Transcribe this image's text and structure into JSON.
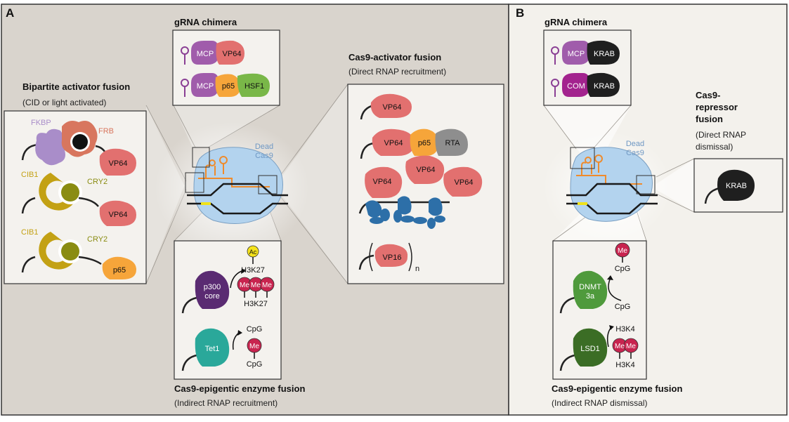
{
  "panel_a": {
    "label": "A",
    "gRNA": {
      "title": "gRNA chimera",
      "row1": [
        "MCP",
        "VP64"
      ],
      "row2": [
        "MCP",
        "p65",
        "HSF1"
      ]
    },
    "bipartite": {
      "title": "Bipartite activator fusion",
      "subtitle": "(CID or light activated)",
      "fkbp": "FKBP",
      "frb": "FRB",
      "vp64": "VP64",
      "cib1_a": "CIB1",
      "cry2_a": "CRY2",
      "vp64_b": "VP64",
      "cib1_b": "CIB1",
      "cry2_b": "CRY2",
      "p65": "p65"
    },
    "dead_cas9": [
      "Dead",
      "Cas9"
    ],
    "activator": {
      "title": "Cas9-activator fusion",
      "subtitle": "(Direct RNAP recruitment)",
      "vp64_1": "VP64",
      "vp64_2": "VP64",
      "p65": "p65",
      "rta": "RTA",
      "vp64_3": "VP64",
      "vp64_4": "VP64",
      "vp64_5": "VP64",
      "vp16": "VP16",
      "n": "n"
    },
    "epigenetic": {
      "title": "Cas9-epigentic enzyme fusion",
      "subtitle": "(Indirect RNAP recruitment)",
      "p300": [
        "p300",
        "core"
      ],
      "ac": "Ac",
      "h3k27_top": "H3K27",
      "h3k27_bottom": "H3K27",
      "me": "Me",
      "tet1": "Tet1",
      "cpg_top": "CpG",
      "cpg_bottom": "CpG"
    }
  },
  "panel_b": {
    "label": "B",
    "gRNA": {
      "title": "gRNA chimera",
      "row1": [
        "MCP",
        "KRAB"
      ],
      "row2": [
        "COM",
        "KRAB"
      ]
    },
    "dead_cas9": [
      "Dead",
      "Cas9"
    ],
    "repressor": {
      "title": [
        "Cas9-",
        "repressor",
        "fusion"
      ],
      "subtitle": [
        "(Direct RNAP",
        "dismissal)"
      ],
      "krab": "KRAB"
    },
    "epigenetic": {
      "title": "Cas9-epigentic enzyme fusion",
      "subtitle": "(Indirect RNAP dismissal)",
      "dnmt": [
        "DNMT",
        "3a"
      ],
      "me": "Me",
      "cpg_top": "CpG",
      "cpg_bottom": "CpG",
      "lsd1": "LSD1",
      "h3k4_top": "H3K4",
      "h3k4_bottom": "H3K4"
    }
  },
  "colors": {
    "panel_a_bg": "#d9d4cd",
    "panel_b_bg": "#f3f1ec",
    "box_bg": "#f4f2ee",
    "mcp": "#a05cab",
    "vp64": "#e2706f",
    "p65": "#f6a53a",
    "hsf1": "#79b748",
    "krab": "#1f1f1f",
    "com": "#a3238e",
    "rta": "#8e8e8e",
    "cib1": "#c3a114",
    "cry2": "#8a8c12",
    "fkbp": "#a98dc9",
    "frb": "#d8765e",
    "p300": "#5a2b72",
    "tet1": "#2aa89a",
    "me": "#c8244f",
    "ac": "#f5e31c",
    "dnmt": "#4f9a3c",
    "lsd1": "#3b6d25",
    "cas9": "#b3d3ee",
    "rnap": "#2d6fa8",
    "grna": "#ef8b2c"
  }
}
